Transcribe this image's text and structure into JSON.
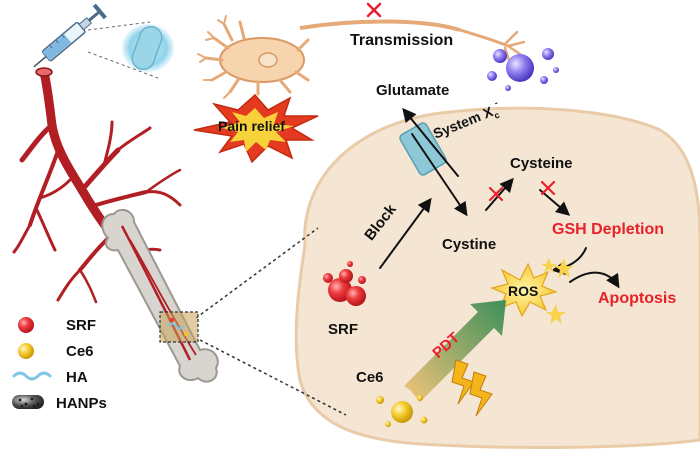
{
  "labels": {
    "transmission": "Transmission",
    "glutamate": "Glutamate",
    "pain_relief": "Pain relief",
    "system_xc": "System X",
    "system_xc_sub": "c",
    "system_xc_sup": "-",
    "cysteine": "Cysteine",
    "block": "Block",
    "cystine": "Cystine",
    "gsh_depletion": "GSH Depletion",
    "ros": "ROS",
    "apoptosis": "Apoptosis",
    "srf": "SRF",
    "pdt": "PDT",
    "ce6": "Ce6"
  },
  "legend": [
    {
      "label": "SRF",
      "icon": "red-sphere-icon"
    },
    {
      "label": "Ce6",
      "icon": "yellow-sphere-icon"
    },
    {
      "label": "HA",
      "icon": "wavy-line-icon"
    },
    {
      "label": "HANPs",
      "icon": "nanoparticle-capsule-icon"
    }
  ],
  "colors": {
    "vessel": "#b11f24",
    "neuron": "#f3c79b",
    "cell_body": "#f5e6d4",
    "transporter": "#8ec7d6",
    "red_text": "#e8202a",
    "srf": "#e8353b",
    "ce6": "#f2c52a",
    "pain_star": "#e43a1f"
  }
}
